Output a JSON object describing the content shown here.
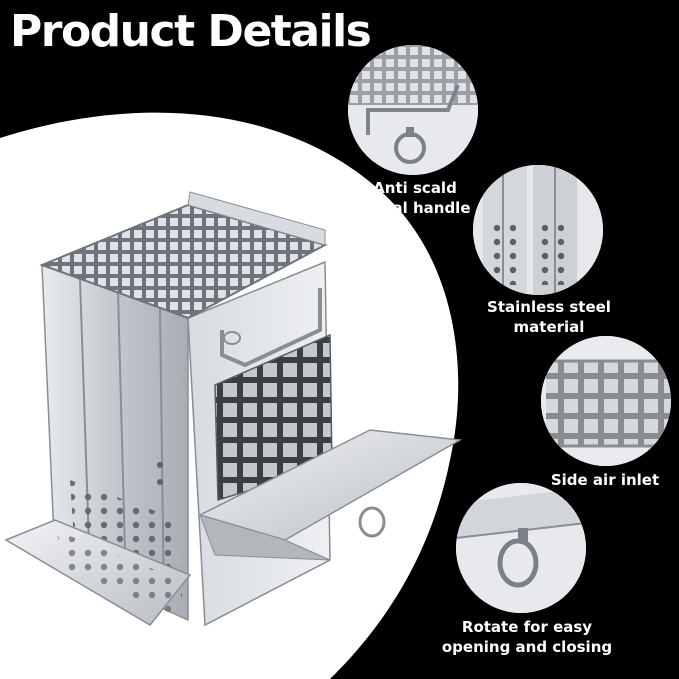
{
  "title": "Product Details",
  "features": [
    {
      "icon": "handle-closeup-icon",
      "caption": "Anti scald metal handle",
      "lines": [
        "Anti scald",
        "metal handle"
      ]
    },
    {
      "icon": "steel-panel-closeup-icon",
      "caption": "Stainless steel material",
      "lines": [
        "Stainless steel",
        "material"
      ]
    },
    {
      "icon": "air-inlet-closeup-icon",
      "caption": "Side air inlet",
      "lines": [
        "Side air inlet"
      ]
    },
    {
      "icon": "rotating-ring-closeup-icon",
      "caption": "Rotate for easy opening and closing",
      "lines": [
        "Rotate for easy",
        "opening and closing"
      ]
    }
  ],
  "colors": {
    "background": "#000000",
    "shape": "#ffffff",
    "text": "#ffffff",
    "steel": "#c9ccd0",
    "steel_dark": "#7d8187"
  }
}
